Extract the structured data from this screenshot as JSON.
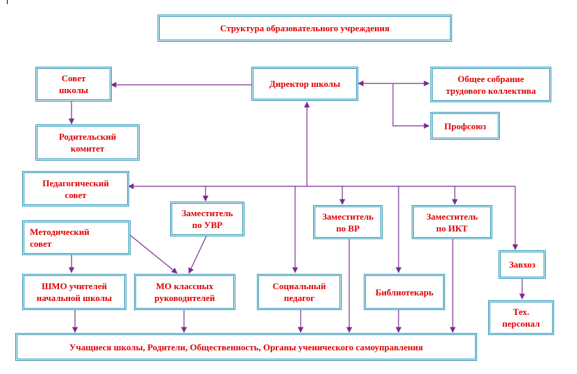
{
  "title": "Структура образовательного учреждения",
  "colors": {
    "text": "#e00000",
    "border": "#1f8fb3",
    "connector": "#7b2d8e"
  },
  "nodes": {
    "director": "Директор  школы",
    "council": "Совет\nшколы",
    "parents_committee": "Родительский\nкомитет",
    "general_meeting": "Общее собрание\nтрудового коллектива",
    "union": "Профсоюз",
    "pedagogical_council": "Педагогический\nсовет",
    "deputy_uvr": "Заместитель\nпо УВР",
    "deputy_vr": "Заместитель\nпо ВР",
    "deputy_ikt": "Заместитель\nпо ИКТ",
    "methodical_council": "Методический\nсовет",
    "shmo": "ШМО учителей\nначальной школы",
    "mo_class": "МО классных\nруководителей",
    "social_teacher": "Социальный\nпедагог",
    "librarian": "Библиотекарь",
    "supply_manager": "Завхоз",
    "tech_staff": "Тех.\nперсонал",
    "students": "Учащиеся школы, Родители, Общественность, Органы ученического самоуправления"
  }
}
